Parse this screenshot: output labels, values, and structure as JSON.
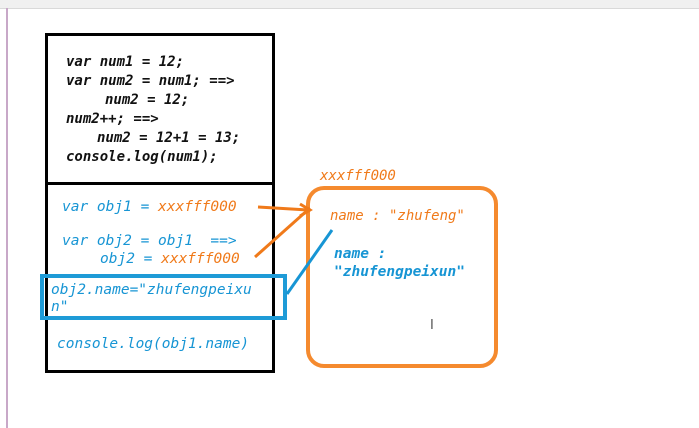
{
  "code_box": {
    "top_lines": [
      "var num1 = 12;",
      "var num2 = num1; ==>",
      "num2 = 12;",
      "num2++; ==>",
      "num2 = 12+1 = 13;",
      "console.log(num1);"
    ],
    "bottom": {
      "obj1_decl": "var obj1 = ",
      "obj1_addr": "xxxfff000",
      "obj2_decl": "var obj2 = obj1  ==>",
      "obj2_assign": "obj2 = ",
      "obj2_addr": "xxxfff000",
      "name_assign_line1": "obj2.name=\"zhufengpeixu",
      "name_assign_line2": "n\"",
      "console_log": "console.log(obj1.name)"
    }
  },
  "heap": {
    "address_label": "xxxfff000",
    "old_property": "name : \"zhufeng\"",
    "new_property_line1": "name :",
    "new_property_line2": "\"zhufengpeixun\""
  },
  "colors": {
    "black": "#111111",
    "blue": "#1795d4",
    "orange": "#f07a1a",
    "heap_border": "#f58a2e",
    "highlight_border": "#1e9bd7"
  },
  "icons": {
    "cursor": "text-cursor-icon"
  }
}
